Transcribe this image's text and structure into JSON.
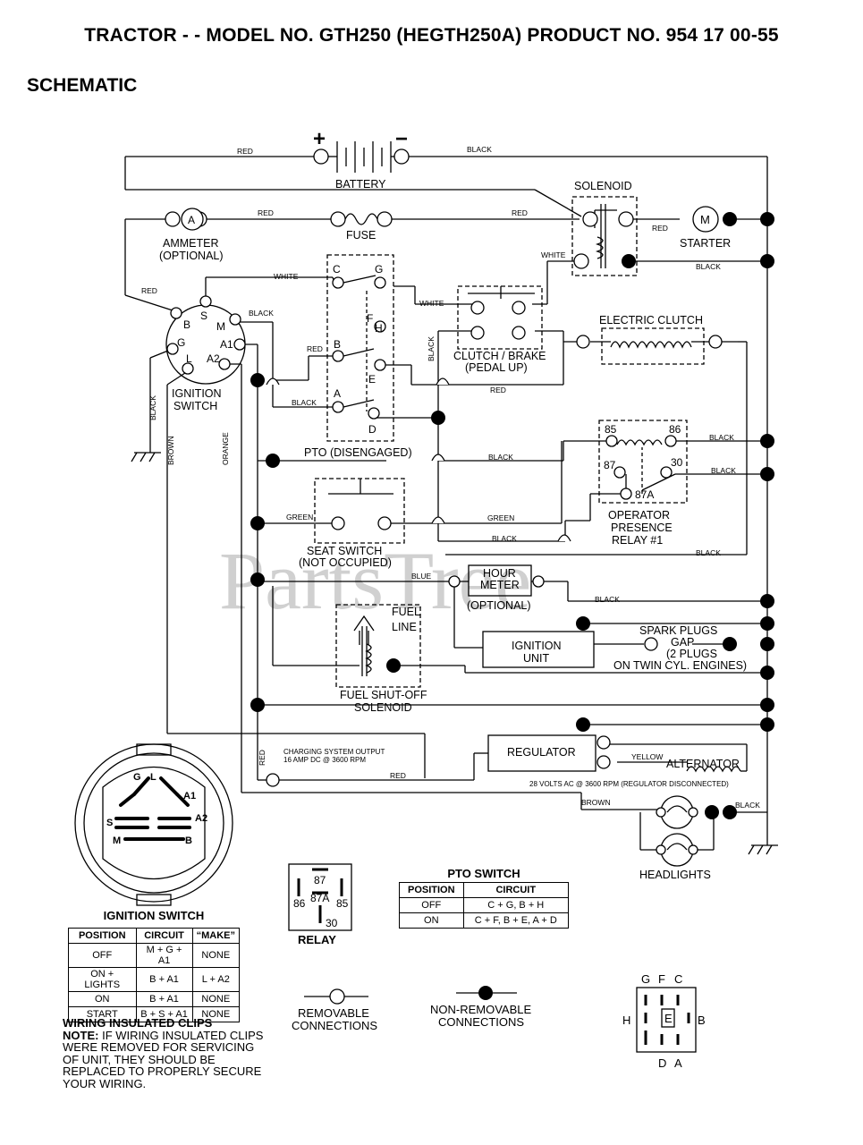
{
  "header": {
    "title": "TRACTOR - - MODEL NO. GTH250 (HEGTH250A) PRODUCT NO. 954 17 00-55",
    "section": "SCHEMATIC"
  },
  "watermark": "PartsTree",
  "components": {
    "battery": "BATTERY",
    "battery_pos": "+",
    "battery_neg": "−",
    "ammeter": "AMMETER",
    "ammeter_opt": "(OPTIONAL)",
    "ammeter_symbol": "A",
    "fuse": "FUSE",
    "solenoid": "SOLENOID",
    "starter": "STARTER",
    "starter_symbol": "M",
    "ignition_switch": "IGNITION",
    "ignition_switch2": "SWITCH",
    "pto_switch": "PTO (DISENGAGED)",
    "clutch_brake": "CLUTCH / BRAKE",
    "clutch_brake2": "(PEDAL UP)",
    "electric_clutch": "ELECTRIC CLUTCH",
    "relay_label": "OPERATOR",
    "relay_label2": "PRESENCE",
    "relay_label3": "RELAY #1",
    "seat_switch": "SEAT SWITCH",
    "seat_switch2": "(NOT OCCUPIED)",
    "hour_meter": "HOUR",
    "hour_meter2": "METER",
    "hour_meter_opt": "(OPTIONAL)",
    "fuel_line": "FUEL",
    "fuel_line2": "LINE",
    "ignition_unit": "IGNITION",
    "ignition_unit2": "UNIT",
    "spark_plugs": "SPARK PLUGS",
    "spark_plugs2": "GAP",
    "spark_plugs3": "(2 PLUGS",
    "spark_plugs4": "ON TWIN CYL. ENGINES)",
    "fuel_solenoid": "FUEL SHUT-OFF",
    "fuel_solenoid2": "SOLENOID",
    "regulator": "REGULATOR",
    "alternator": "ALTERNATOR",
    "charging_output": "CHARGING SYSTEM OUTPUT",
    "charging_output2": "16 AMP DC @ 3600 RPM",
    "alt_note": "28 VOLTS AC @ 3600 RPM (REGULATOR DISCONNECTED)",
    "headlights": "HEADLIGHTS"
  },
  "terminals": {
    "ign": [
      "B",
      "S",
      "M",
      "G",
      "A1",
      "L",
      "A2"
    ],
    "pto": [
      "C",
      "G",
      "F",
      "H",
      "B",
      "E",
      "A",
      "D"
    ],
    "relay": [
      "85",
      "86",
      "87",
      "30",
      "87A"
    ]
  },
  "wires": {
    "red": "RED",
    "black": "BLACK",
    "white": "WHITE",
    "green": "GREEN",
    "blue": "BLUE",
    "brown": "BROWN",
    "orange": "ORANGE",
    "yellow": "YELLOW"
  },
  "ignition_table": {
    "title": "IGNITION SWITCH",
    "headers": [
      "POSITION",
      "CIRCUIT",
      "“MAKE”"
    ],
    "rows": [
      [
        "OFF",
        "M + G + A1",
        "NONE"
      ],
      [
        "ON + LIGHTS",
        "B + A1",
        "L + A2"
      ],
      [
        "ON",
        "B + A1",
        "NONE"
      ],
      [
        "START",
        "B + S + A1",
        "NONE"
      ]
    ]
  },
  "pto_table": {
    "title": "PTO SWITCH",
    "headers": [
      "POSITION",
      "CIRCUIT"
    ],
    "rows": [
      [
        "OFF",
        "C + G, B + H"
      ],
      [
        "ON",
        "C + F, B + E, A + D"
      ]
    ]
  },
  "ign_face": [
    "G",
    "L",
    "A1",
    "S",
    "A2",
    "M",
    "B"
  ],
  "relay_diagram": {
    "title": "RELAY",
    "pins": [
      "87",
      "86",
      "87A",
      "85",
      "30"
    ]
  },
  "pto_face": {
    "top": [
      "G",
      "F",
      "C"
    ],
    "left": "H",
    "center": "E",
    "right": "B",
    "bottom": [
      "D",
      "A"
    ]
  },
  "legend": {
    "removable": "REMOVABLE",
    "removable2": "CONNECTIONS",
    "nonremovable": "NON-REMOVABLE",
    "nonremovable2": "CONNECTIONS"
  },
  "wiring_note": {
    "title": "WIRING INSULATED CLIPS",
    "note_label": "NOTE:",
    "note_text": "IF WIRING INSULATED CLIPS WERE REMOVED FOR SERVICING OF UNIT, THEY SHOULD BE REPLACED TO PROPERLY SECURE YOUR WIRING."
  }
}
